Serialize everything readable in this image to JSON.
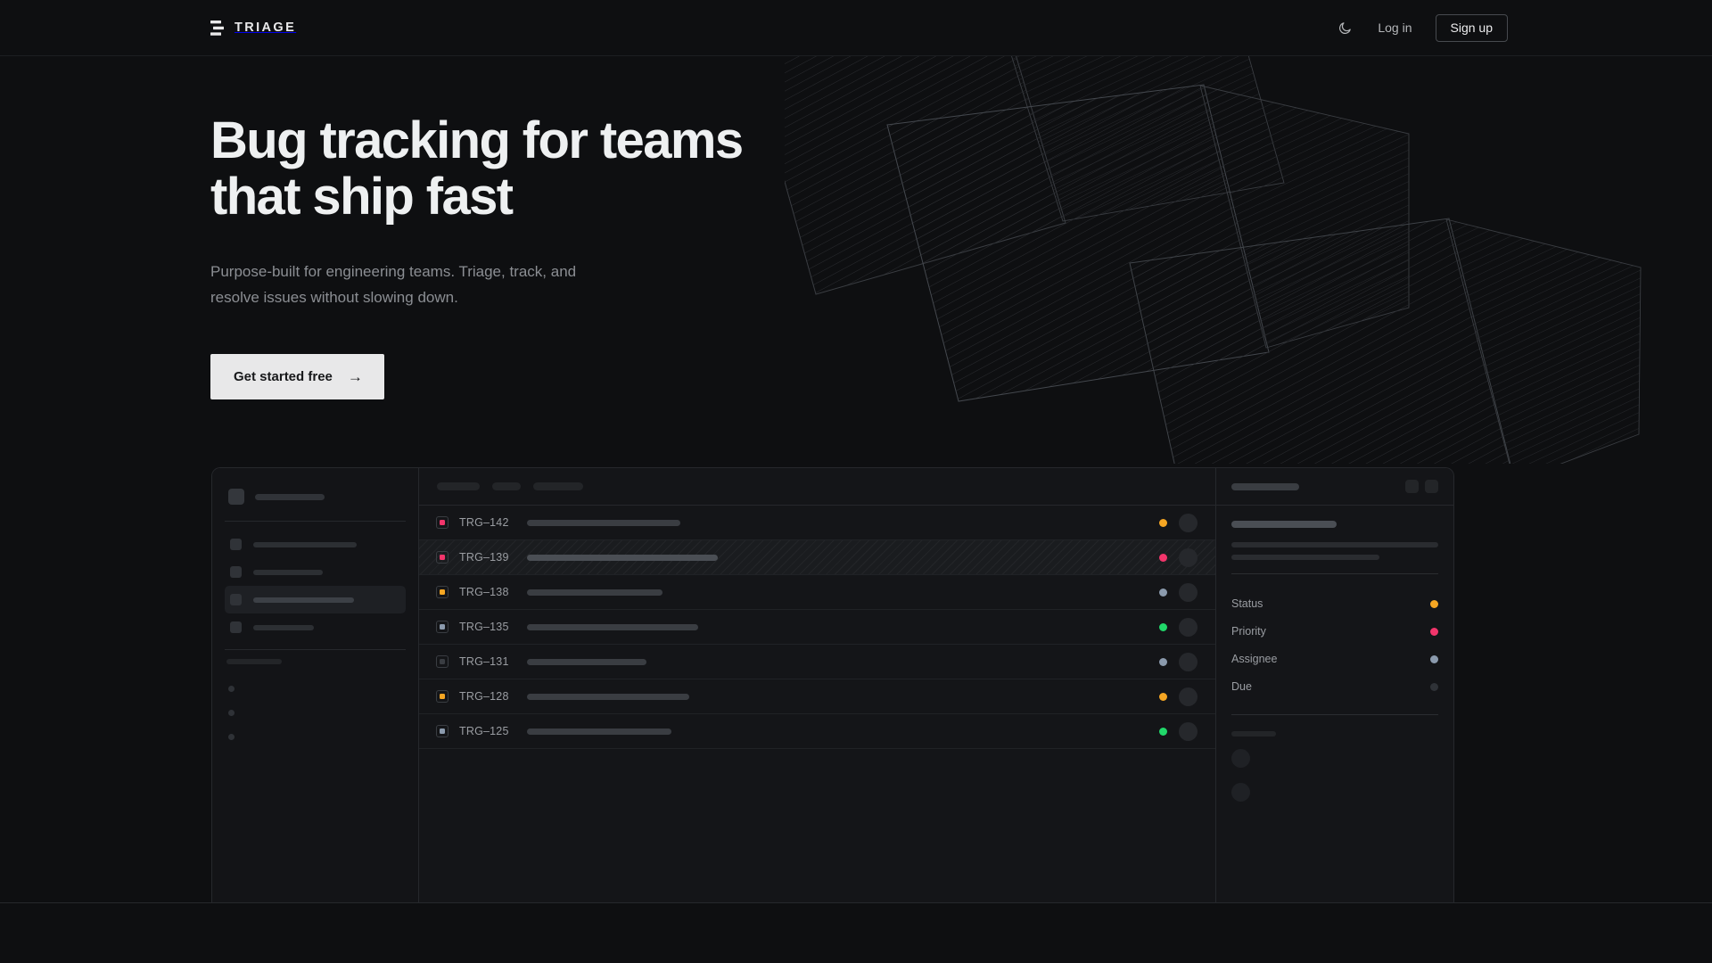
{
  "brand": {
    "name": "TRIAGE",
    "mark_icon": "stacked-bars-icon"
  },
  "nav": {
    "theme_toggle_icon": "moon-icon",
    "login_label": "Log in",
    "signup_label": "Sign up"
  },
  "hero": {
    "title_line1": "Bug tracking for teams",
    "title_line2": "that ship fast",
    "subtitle_line1": "Purpose-built for engineering teams. Triage, track, and",
    "subtitle_line2": "resolve issues without slowing down.",
    "cta_label": "Get started free",
    "cta_arrow": "→"
  },
  "colors": {
    "background": "#0e0f11",
    "surface": "#141518",
    "border": "#26282c",
    "text_primary": "#eef0f1",
    "text_muted": "#8b8e93",
    "accent_orange": "#f5a623",
    "accent_pink": "#f2356b",
    "accent_green": "#21d86a",
    "accent_slate": "#8b9aad",
    "accent_dim": "#3a3d42",
    "cta_bg": "#e8e8e9"
  },
  "mockup": {
    "sidebar": {
      "nav_items": [
        {
          "width": 116,
          "active": false
        },
        {
          "width": 78,
          "active": false
        },
        {
          "width": 113,
          "active": true
        },
        {
          "width": 68,
          "active": false
        }
      ],
      "mini_items": 3
    },
    "toolbar_pills": [
      48,
      32,
      56
    ],
    "issues": [
      {
        "id": "TRG–142",
        "priority_color": "#f2356b",
        "status_color": "#f5a623",
        "title_width": 172,
        "selected": false
      },
      {
        "id": "TRG–139",
        "priority_color": "#f2356b",
        "status_color": "#f2356b",
        "title_width": 214,
        "selected": true
      },
      {
        "id": "TRG–138",
        "priority_color": "#f5a623",
        "status_color": "#8b9aad",
        "title_width": 152,
        "selected": false
      },
      {
        "id": "TRG–135",
        "priority_color": "#8b9aad",
        "status_color": "#21d86a",
        "title_width": 192,
        "selected": false
      },
      {
        "id": "TRG–131",
        "priority_color": "#3a3d42",
        "status_color": "#8b9aad",
        "title_width": 134,
        "selected": false
      },
      {
        "id": "TRG–128",
        "priority_color": "#f5a623",
        "status_color": "#f5a623",
        "title_width": 182,
        "selected": false
      },
      {
        "id": "TRG–125",
        "priority_color": "#8b9aad",
        "status_color": "#21d86a",
        "title_width": 162,
        "selected": false
      }
    ],
    "detail": {
      "description_lines": [
        232,
        166
      ],
      "fields": [
        {
          "label": "Status",
          "value_color": "#f5a623"
        },
        {
          "label": "Priority",
          "value_color": "#f2356b"
        },
        {
          "label": "Assignee",
          "value_color": "#8b9aad"
        },
        {
          "label": "Due",
          "value_color": "#2f3237"
        }
      ],
      "comment_avatars": 2
    }
  }
}
